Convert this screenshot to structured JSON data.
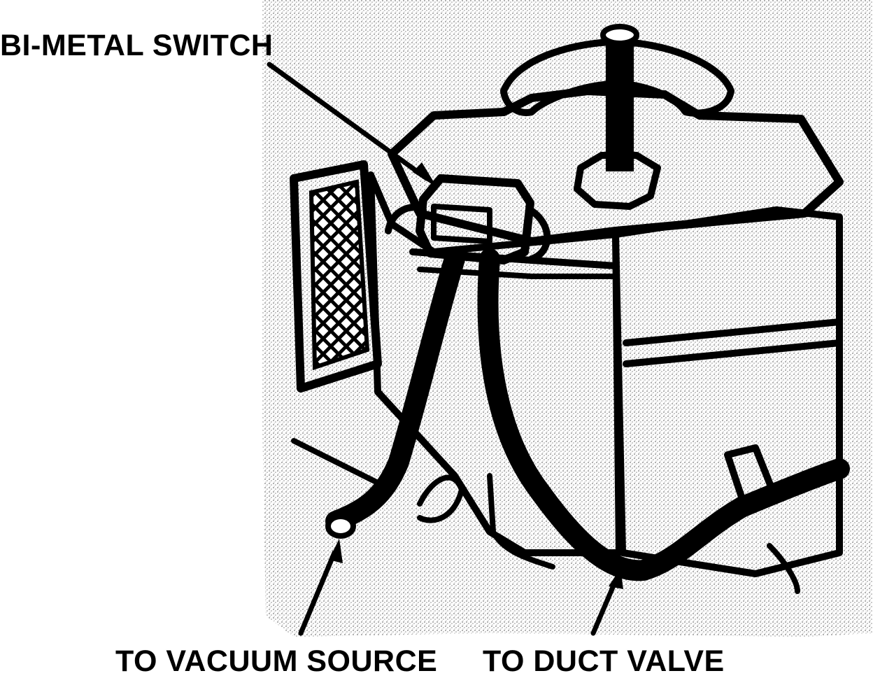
{
  "labels": {
    "bimetal_switch": "BI-METAL SWITCH",
    "to_vacuum_source": "TO VACUUM SOURCE",
    "to_duct_valve": "TO DUCT VALVE"
  },
  "colors": {
    "ink": "#000000",
    "paper": "#ffffff",
    "stipple": "#7a7a7a"
  }
}
